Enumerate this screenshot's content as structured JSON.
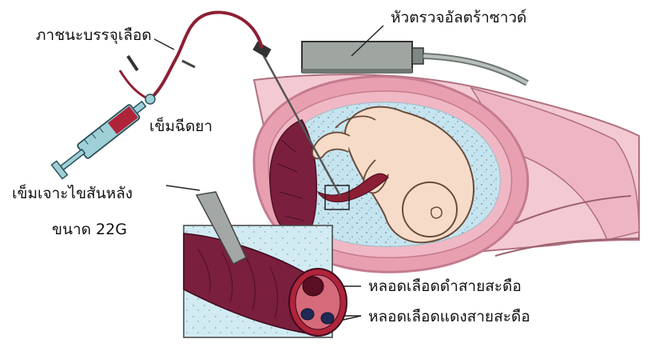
{
  "labels": {
    "ultrasound_probe": "หัวตรวจอัลตร้าซาวด์",
    "blood_bag": "ภาชนะบรรจุเลือด",
    "syringe": "เข็มฉีดยา",
    "spinal_needle": "เข็มเจาะไขสันหลัง",
    "needle_size": "ขนาด 22G",
    "umbilical_vein": "หลอดเลือดดำสายสะดือ",
    "umbilical_arteries": "หลอดเลือดแดงสายสะดือ"
  },
  "colors": {
    "uterus_wall": "#e8a0b0",
    "uterus_edge": "#c47b8f",
    "amniotic_fluid": "#c6e4ef",
    "placenta": "#7a1f3d",
    "fetus_skin": "#f6dcc8",
    "tubing": "#8c1f33",
    "probe_body": "#9fa6a2",
    "blood": "#b0243a",
    "syringe_barrel": "#9fd0d8"
  }
}
